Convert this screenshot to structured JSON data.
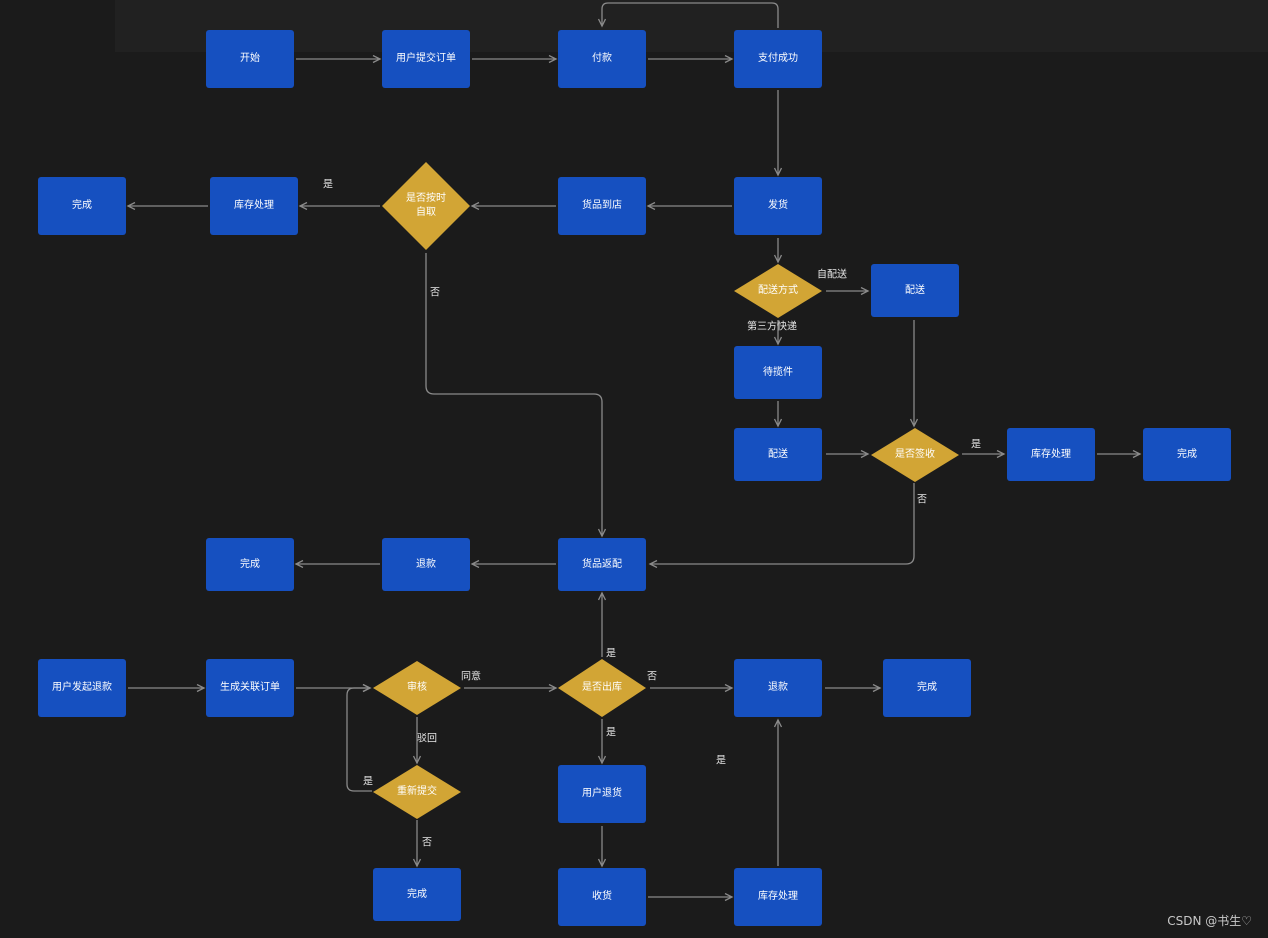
{
  "nodes": {
    "n_start": "开始",
    "n_submit": "用户提交订单",
    "n_pay": "付款",
    "n_paid": "支付成功",
    "n_ship": "发货",
    "n_arrive": "货品到店",
    "d_pickup": "是否按时\n自取",
    "n_stock1": "库存处理",
    "n_done1": "完成",
    "d_method": "配送方式",
    "n_deliver_self": "配送",
    "n_wait": "待揽件",
    "n_deliver_3p": "配送",
    "d_sign": "是否签收",
    "n_stock2": "库存处理",
    "n_done2": "完成",
    "n_return_goods": "货品返配",
    "n_refund1": "退款",
    "n_done3": "完成",
    "n_refund_req": "用户发起退款",
    "n_linked": "生成关联订单",
    "d_review": "审核",
    "d_resubmit": "重新提交",
    "n_done4": "完成",
    "d_outbound": "是否出库",
    "n_refund2": "退款",
    "n_done5": "完成",
    "n_user_return": "用户退货",
    "n_receive": "收货",
    "n_stock3": "库存处理"
  },
  "edge_labels": {
    "l_pickup_yes": "是",
    "l_pickup_no": "否",
    "l_self_delivery": "自配送",
    "l_third_party": "第三方快递",
    "l_sign_yes": "是",
    "l_sign_no": "否",
    "l_agree": "同意",
    "l_reject": "驳回",
    "l_resubmit_yes": "是",
    "l_resubmit_no": "否",
    "l_out_yes_up": "是",
    "l_out_no": "否",
    "l_out_yes_down": "是",
    "l_stock_yes": "是"
  },
  "watermark": "CSDN @书生♡",
  "colors": {
    "background": "#1b1b1b",
    "process": "#1650c0",
    "decision": "#d2a535",
    "connector": "#8a8a8a",
    "text": "#ffffff"
  }
}
